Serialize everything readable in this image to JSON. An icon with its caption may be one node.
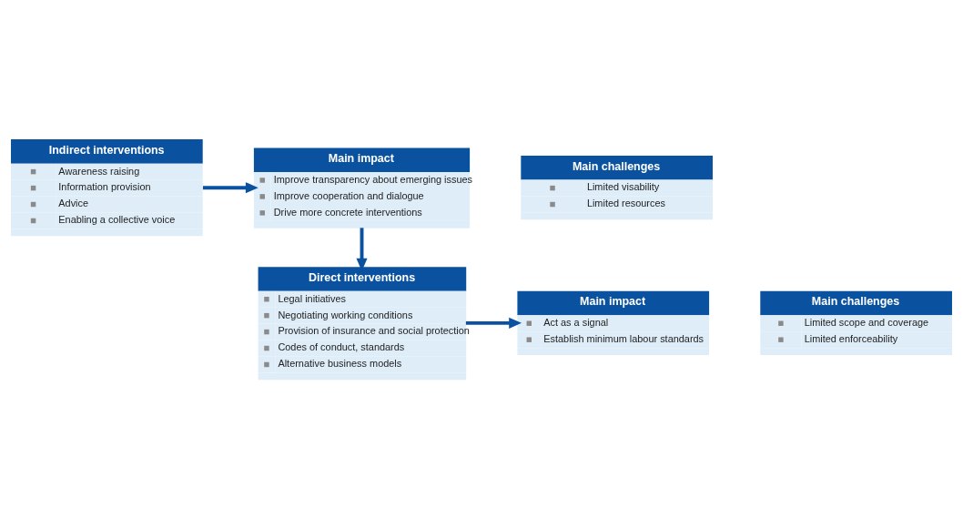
{
  "diagram": {
    "nodes": [
      {
        "text": [
          "Indirect interventions",
          "Awareness raising",
          "Information provision",
          "Advice",
          "Enabling a collective voice"
        ]
      },
      {
        "text": [
          "Main impact",
          "Improve transparency about emerging issues",
          "Improve cooperation and dialogue",
          "Drive more concrete interventions"
        ]
      },
      {
        "text": [
          "Main challenges",
          "Limited visability",
          "Limited resources"
        ]
      },
      {
        "text": [
          "Direct interventions",
          "Legal initiatives",
          "Negotiating working conditions",
          "Provision of insurance and social protection",
          "Codes of conduct, standards",
          "Alternative business models"
        ]
      },
      {
        "text": [
          "Main impact",
          "Act as a signal",
          "Establish minimum labour standards"
        ]
      },
      {
        "text": [
          "Main challenges",
          "Limited scope and coverage",
          "Limited enforceability"
        ]
      }
    ],
    "edges": [
      {
        "from": 0,
        "to": 1,
        "arrow": "to"
      },
      {
        "from": 1,
        "to": 3,
        "arrow": "to"
      },
      {
        "from": 3,
        "to": 4,
        "arrow": "to"
      }
    ]
  }
}
